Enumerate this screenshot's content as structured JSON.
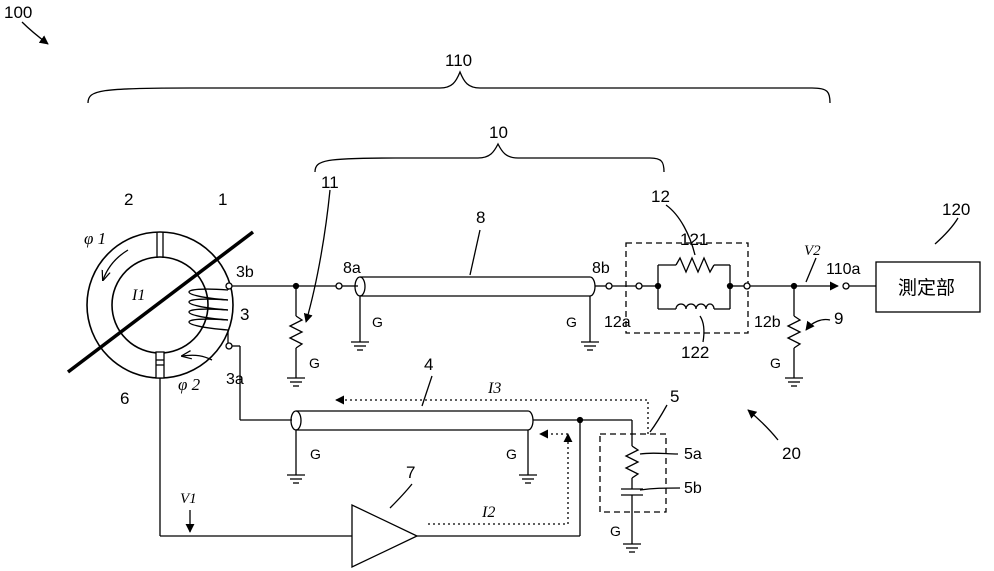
{
  "labels": {
    "system": "100",
    "probe": "110",
    "cable_assembly": "10",
    "core": "1",
    "gap": "2",
    "coil": "3",
    "coil_end_a": "3a",
    "coil_end_b": "3b",
    "feedback_cable": "4",
    "termination": "5",
    "termination_r": "5a",
    "termination_c": "5b",
    "hall_sensor": "6",
    "amplifier": "7",
    "signal_cable": "8",
    "signal_cable_a": "8a",
    "signal_cable_b": "8b",
    "load_resistor": "9",
    "input_resistor": "11",
    "filter": "12",
    "filter_a": "12a",
    "filter_b": "12b",
    "filter_r": "121",
    "filter_l": "122",
    "circuit": "20",
    "output": "110a",
    "meter_ref": "120",
    "ground": "G",
    "phi1": "φ 1",
    "phi2": "φ 2",
    "I1": "I1",
    "I2": "I2",
    "I3": "I3",
    "V1": "V1",
    "V2": "V2"
  },
  "meter": {
    "label": "測定部"
  }
}
